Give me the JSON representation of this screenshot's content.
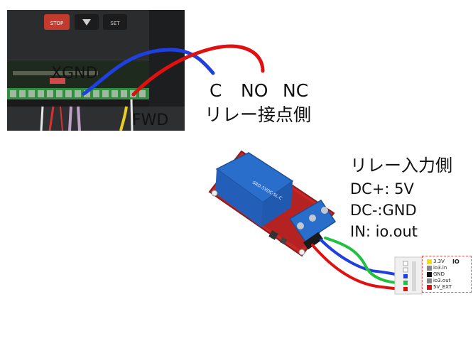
{
  "photo_labels": {
    "xgnd": "XGND",
    "fwd": "FWD",
    "stop_key": "STOP",
    "set_key": "SET"
  },
  "relay_contact": {
    "c": "C",
    "no": "NO",
    "nc": "NC",
    "side_title": "リレー接点側"
  },
  "relay_input": {
    "side_title": "リレー入力側",
    "lines": [
      "DC+: 5V",
      "DC-:GND",
      "IN: io.out"
    ]
  },
  "io_panel": {
    "title": "IO",
    "pins": [
      {
        "label": "3.3V",
        "color": "#f5e000"
      },
      {
        "label": "io3.in",
        "color": "#888888"
      },
      {
        "label": "GND",
        "color": "#111111"
      },
      {
        "label": "io3.out",
        "color": "#888888"
      },
      {
        "label": "5V_EXT",
        "color": "#e01010"
      }
    ]
  },
  "wire_colors": {
    "blue": "#1f3fe0",
    "red": "#e01010",
    "green": "#22c040",
    "relay_body": "#2a6ecc",
    "board": "#c62828"
  }
}
